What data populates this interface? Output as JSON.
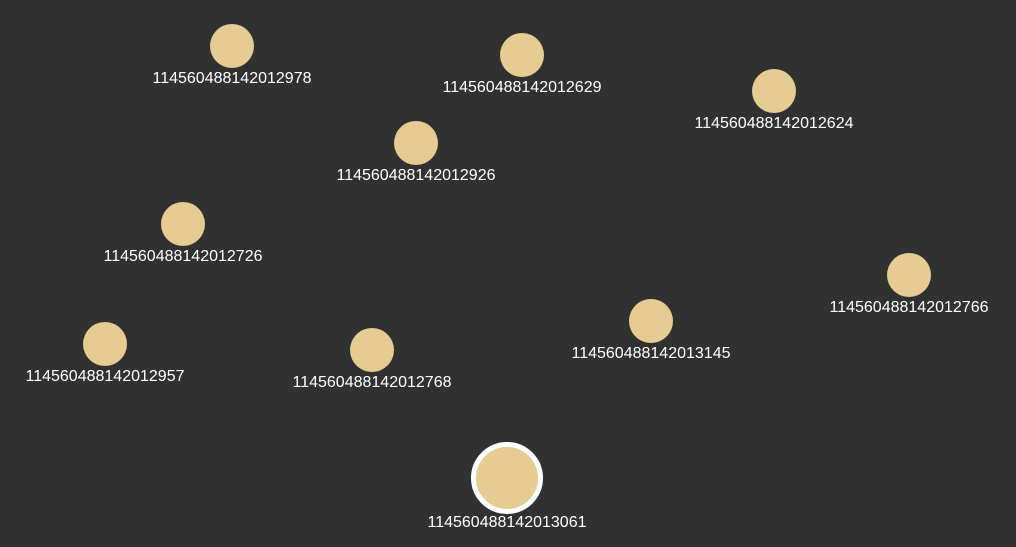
{
  "graph": {
    "node_color": "#e6cb93",
    "selected_ring_color": "#ffffff",
    "background": "#313131",
    "selected_node_id": "114560488142013061",
    "nodes": [
      {
        "label": "114560488142012978"
      },
      {
        "label": "114560488142012629"
      },
      {
        "label": "114560488142012624"
      },
      {
        "label": "114560488142012926"
      },
      {
        "label": "114560488142012726"
      },
      {
        "label": "114560488142012766"
      },
      {
        "label": "114560488142013145"
      },
      {
        "label": "114560488142012957"
      },
      {
        "label": "114560488142012768"
      },
      {
        "label": "114560488142013061"
      }
    ]
  }
}
